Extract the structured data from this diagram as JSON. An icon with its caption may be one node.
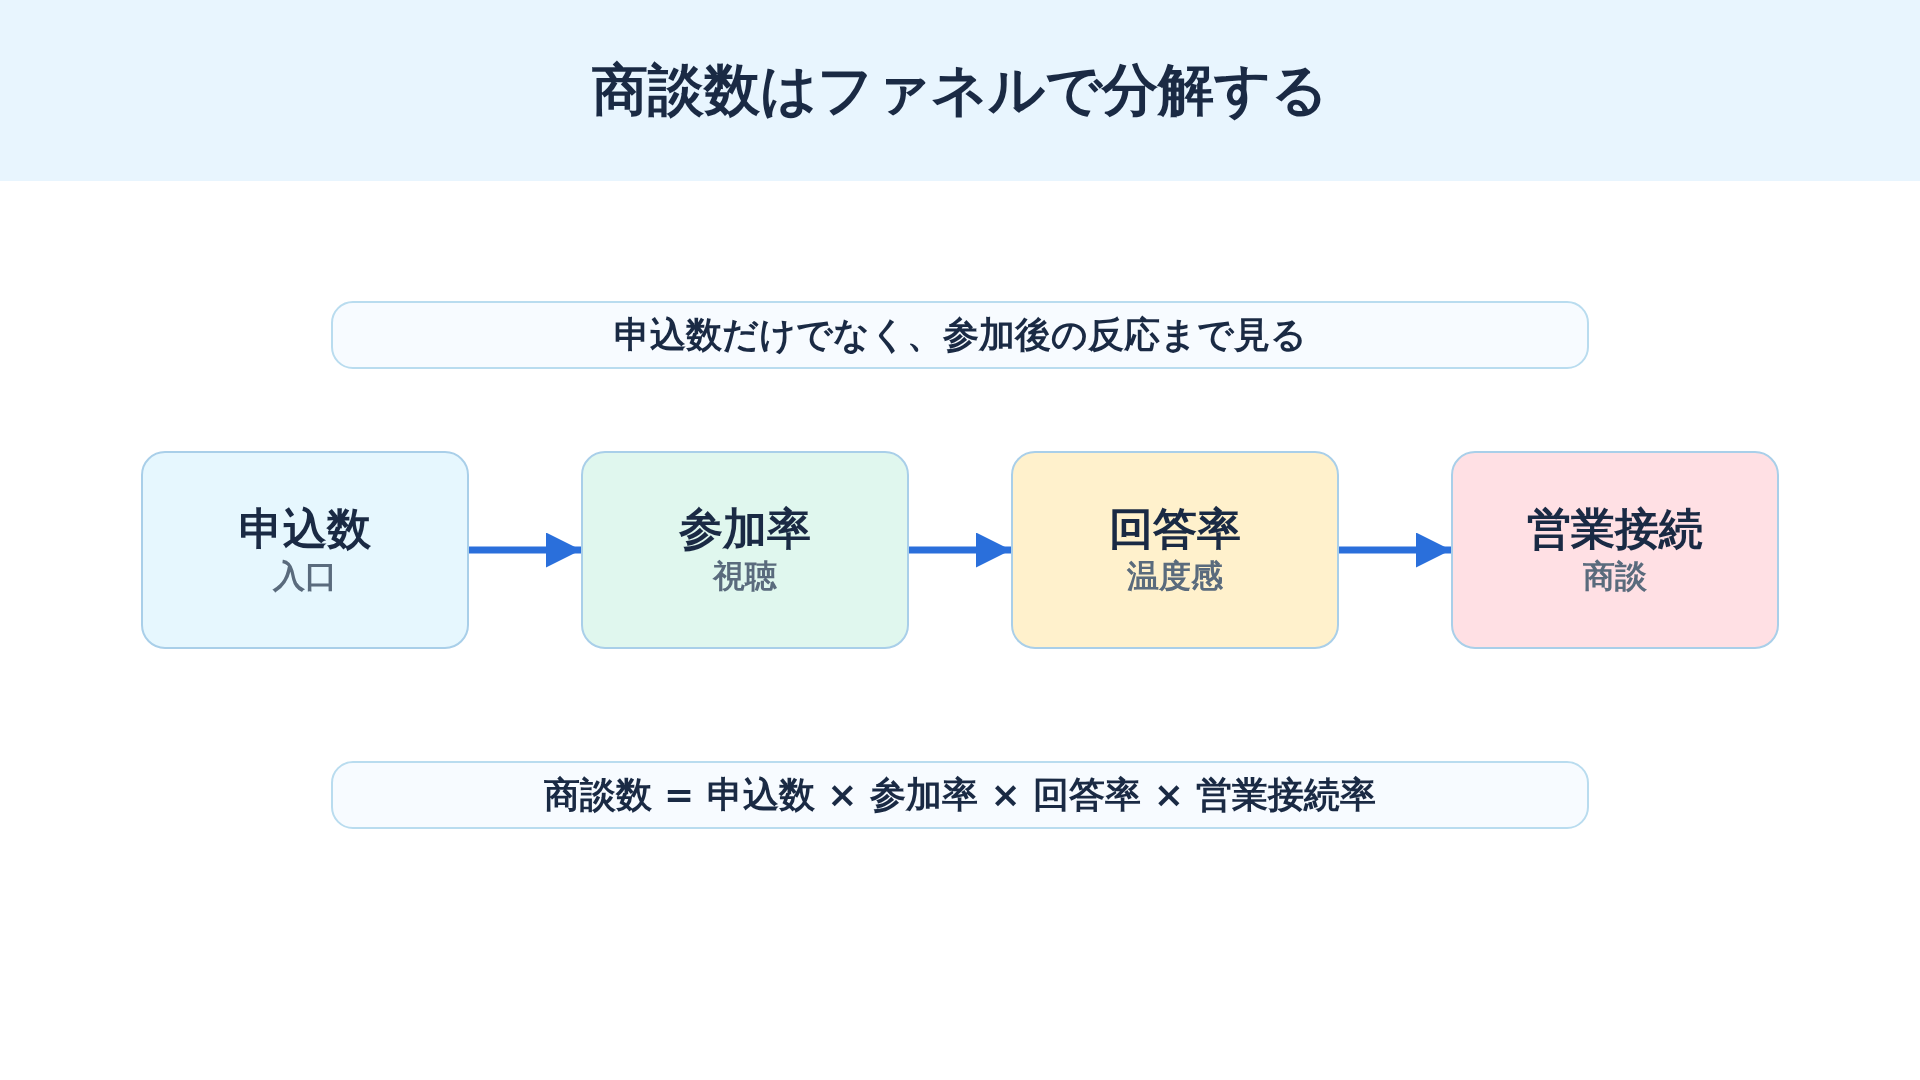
{
  "diagram": {
    "title": "商談数はファネルで分解する",
    "nodes": [
      {
        "text": [
          "申込数だけでなく、参加後の反応まで見る"
        ]
      },
      {
        "text": [
          "申込数",
          "入口"
        ]
      },
      {
        "text": [
          "参加率",
          "視聴"
        ]
      },
      {
        "text": [
          "回答率",
          "温度感"
        ]
      },
      {
        "text": [
          "営業接続",
          "商談"
        ]
      },
      {
        "text": [
          "商談数 = 申込数 × 参加率 × 回答率 × 営業接続率"
        ]
      }
    ],
    "edges": [
      {
        "from": 1,
        "to": 2,
        "arrow": "to"
      },
      {
        "from": 2,
        "to": 3,
        "arrow": "to"
      },
      {
        "from": 3,
        "to": 4,
        "arrow": "to"
      }
    ]
  }
}
